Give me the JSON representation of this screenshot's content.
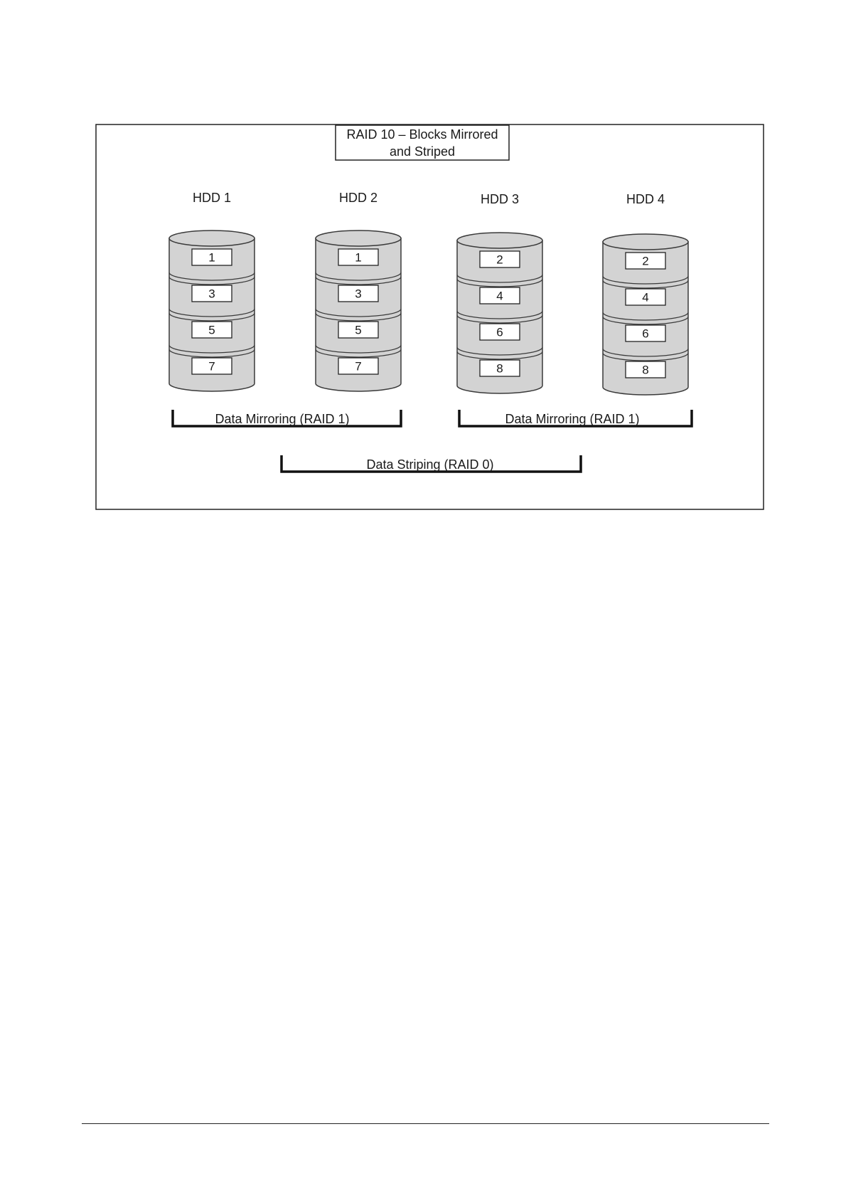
{
  "diagram": {
    "title_lines": [
      "RAID 10 – Blocks Mirrored",
      "and Striped"
    ],
    "drives": [
      {
        "label": "HDD 1",
        "blocks": [
          "1",
          "3",
          "5",
          "7"
        ]
      },
      {
        "label": "HDD 2",
        "blocks": [
          "1",
          "3",
          "5",
          "7"
        ]
      },
      {
        "label": "HDD 3",
        "blocks": [
          "2",
          "4",
          "6",
          "8"
        ]
      },
      {
        "label": "HDD 4",
        "blocks": [
          "2",
          "4",
          "6",
          "8"
        ]
      }
    ],
    "mirror_groups": [
      {
        "label": "Data Mirroring (RAID 1)"
      },
      {
        "label": "Data Mirroring (RAID 1)"
      }
    ],
    "stripe_group": {
      "label": "Data Striping (RAID 0)"
    }
  },
  "colors": {
    "cylinder_fill": "#d3d3d3",
    "cylinder_stroke": "#3a3a3a",
    "block_fill": "#ffffff",
    "frame_stroke": "#222222"
  }
}
